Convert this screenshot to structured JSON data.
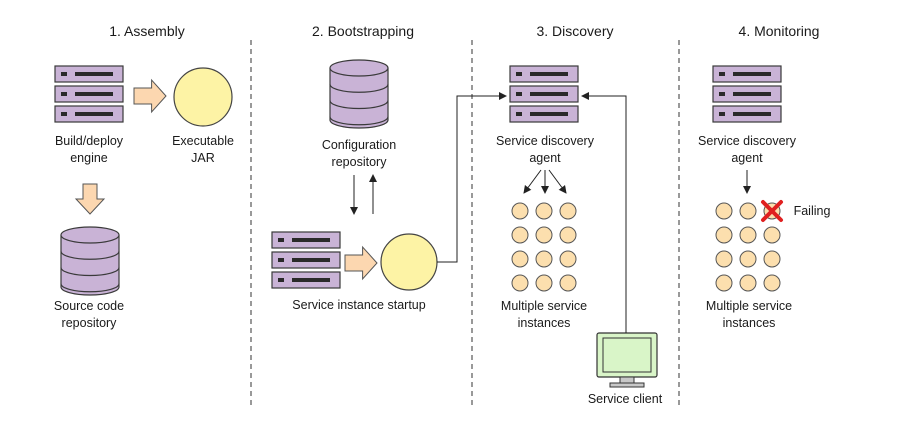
{
  "stages": [
    {
      "id": "assembly",
      "title": "1. Assembly"
    },
    {
      "id": "bootstrapping",
      "title": "2. Bootstrapping"
    },
    {
      "id": "discovery",
      "title": "3. Discovery"
    },
    {
      "id": "monitoring",
      "title": "4. Monitoring"
    }
  ],
  "assembly": {
    "build_engine_label": "Build/deploy\nengine",
    "jar_label": "Executable\nJAR",
    "source_repo_label": "Source code\nrepository"
  },
  "bootstrapping": {
    "config_repo_label": "Configuration\nrepository",
    "startup_label": "Service instance startup"
  },
  "discovery": {
    "agent_label": "Service discovery\nagent",
    "instances_label": "Multiple service\ninstances",
    "client_label": "Service client"
  },
  "monitoring": {
    "agent_label": "Service discovery\nagent",
    "failing_label": "Failing",
    "instances_label": "Multiple service\ninstances"
  },
  "colors": {
    "server_fill": "#c9b3d6",
    "server_stroke": "#3a3a3a",
    "circle_fill": "#fdf3a5",
    "instance_fill": "#fcdfae",
    "arrow_fill": "#fcd7b0",
    "monitor_fill": "#d9f5c8",
    "fail_red": "#e02020"
  }
}
